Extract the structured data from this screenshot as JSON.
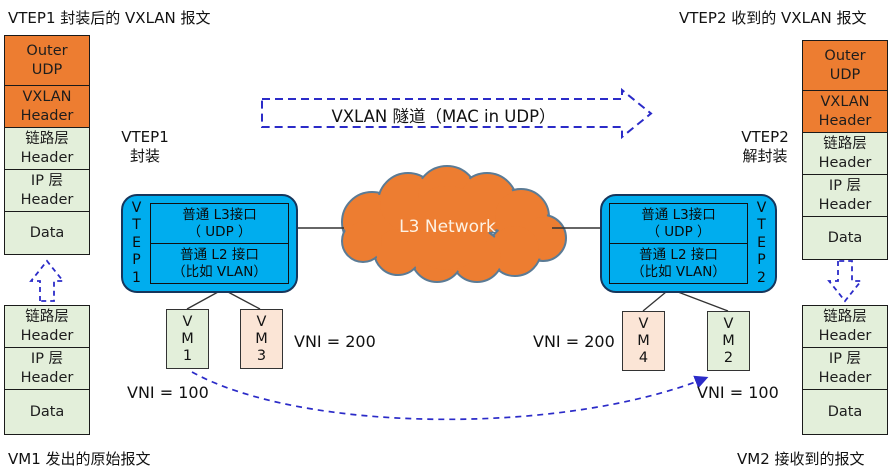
{
  "colors": {
    "packet_orange": "#ED7D31",
    "packet_green": "#E3EFDA",
    "vm_pink": "#FBE5D6",
    "vtep_blue": "#00ADEE",
    "vtep_border": "#16365C",
    "cloud_fill": "#ED7D31",
    "cloud_border": "#5B7B95",
    "dashed_blue": "#2B2BC8",
    "line_black": "#333333"
  },
  "header": {
    "left_title": "VTEP1 封装后的 VXLAN 报文",
    "right_title": "VTEP2 收到的 VXLAN 报文"
  },
  "footer": {
    "left_label": "VM1 发出的原始报文",
    "right_label": "VM2 接收到的报文"
  },
  "tunnel": {
    "label": "VXLAN 隧道（MAC in UDP）"
  },
  "cloud": {
    "label": "L3 Network"
  },
  "stage_labels": {
    "vtep1": {
      "line1": "VTEP1",
      "line2": "封装"
    },
    "vtep2": {
      "line1": "VTEP2",
      "line2": "解封装"
    }
  },
  "vtep1": {
    "letters": [
      "V",
      "T",
      "E",
      "P",
      "1"
    ],
    "interfaces": [
      {
        "l1": "普通 L3接口",
        "l2": "（ UDP ）"
      },
      {
        "l1": "普通 L2 接口",
        "l2": "（比如 VLAN）"
      }
    ]
  },
  "vtep2": {
    "letters": [
      "V",
      "T",
      "E",
      "P",
      "2"
    ],
    "interfaces": [
      {
        "l1": "普通 L3接口",
        "l2": "（ UDP ）"
      },
      {
        "l1": "普通 L2 接口",
        "l2": "（比如 VLAN）"
      }
    ]
  },
  "packets": {
    "left_top": {
      "rows": [
        {
          "l1": "Outer",
          "l2": "UDP"
        },
        {
          "l1": "VXLAN",
          "l2": "Header"
        },
        {
          "l1": "链路层",
          "l2": "Header"
        },
        {
          "l1": "IP 层",
          "l2": "Header"
        },
        {
          "l1": "Data",
          "l2": ""
        }
      ]
    },
    "left_bottom": {
      "rows": [
        {
          "l1": "链路层",
          "l2": "Header"
        },
        {
          "l1": "IP 层",
          "l2": "Header"
        },
        {
          "l1": "Data",
          "l2": ""
        }
      ]
    },
    "right_top": {
      "rows": [
        {
          "l1": "Outer",
          "l2": "UDP"
        },
        {
          "l1": "VXLAN",
          "l2": "Header"
        },
        {
          "l1": "链路层",
          "l2": "Header"
        },
        {
          "l1": "IP 层",
          "l2": "Header"
        },
        {
          "l1": "Data",
          "l2": ""
        }
      ]
    },
    "right_bottom": {
      "rows": [
        {
          "l1": "链路层",
          "l2": "Header"
        },
        {
          "l1": "IP 层",
          "l2": "Header"
        },
        {
          "l1": "Data",
          "l2": ""
        }
      ]
    }
  },
  "vms": {
    "vm1": {
      "name": "VM1",
      "chars": [
        "V",
        "M",
        "1"
      ]
    },
    "vm3": {
      "name": "VM3",
      "chars": [
        "V",
        "M",
        "3"
      ]
    },
    "vm4": {
      "name": "VM4",
      "chars": [
        "V",
        "M",
        "4"
      ]
    },
    "vm2": {
      "name": "VM2",
      "chars": [
        "V",
        "M",
        "2"
      ]
    }
  },
  "vni_labels": {
    "left_100": "VNI = 100",
    "left_200": "VNI = 200",
    "right_200": "VNI = 200",
    "right_100": "VNI = 100"
  }
}
